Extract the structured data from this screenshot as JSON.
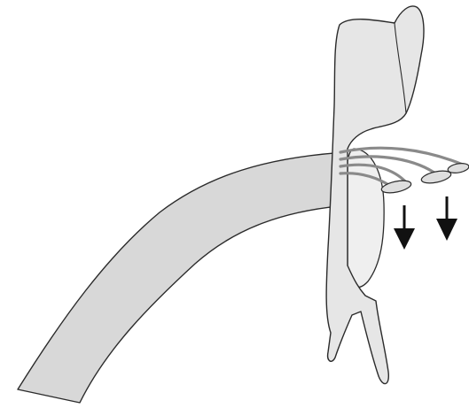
{
  "colors": {
    "background": "#ffffff",
    "tissue_fill": "#d8d8d8",
    "stalk_fill": "#e6e6e6",
    "outline": "#2b2b2b",
    "strand": "#8a8a8a",
    "pod_fill": "#dedede",
    "arrow": "#111111"
  },
  "elements": {
    "curved_band": "curved-band",
    "upright_organ": "upright-organ",
    "swelling": "lower-swelling",
    "strands": "strand-bundle",
    "pods": "pods",
    "arrows": "downward-arrows"
  },
  "counts": {
    "strands": 4,
    "pods": 3,
    "arrows": 2
  }
}
